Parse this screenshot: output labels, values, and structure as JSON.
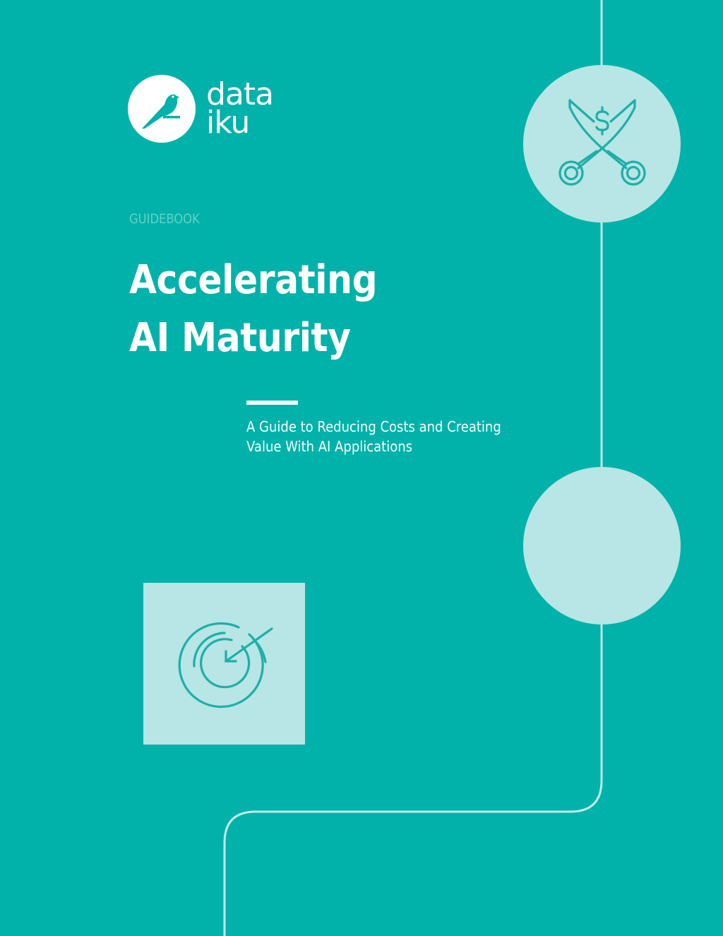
{
  "brand": {
    "logo_line1": "data",
    "logo_line2": "iku",
    "logo_icon": "bird-icon"
  },
  "cover": {
    "eyebrow": "GUIDEBOOK",
    "title_line1": "Accelerating",
    "title_line2": "AI Maturity",
    "subtitle_line1": "A Guide to Reducing Costs and Creating",
    "subtitle_line2": "Value With AI Applications"
  },
  "graphics": {
    "top_circle_icon": "scissors-dollar-icon",
    "middle_circle_icon": "none",
    "square_icon": "target-arrow-icon"
  },
  "colors": {
    "background": "#00B2A9",
    "shape_fill": "#B8E5E5",
    "icon_stroke": "#1DAFA8",
    "eyebrow_text": "#6ACEC8",
    "connector_line": "#C4EEEC",
    "text": "#FFFFFF"
  }
}
